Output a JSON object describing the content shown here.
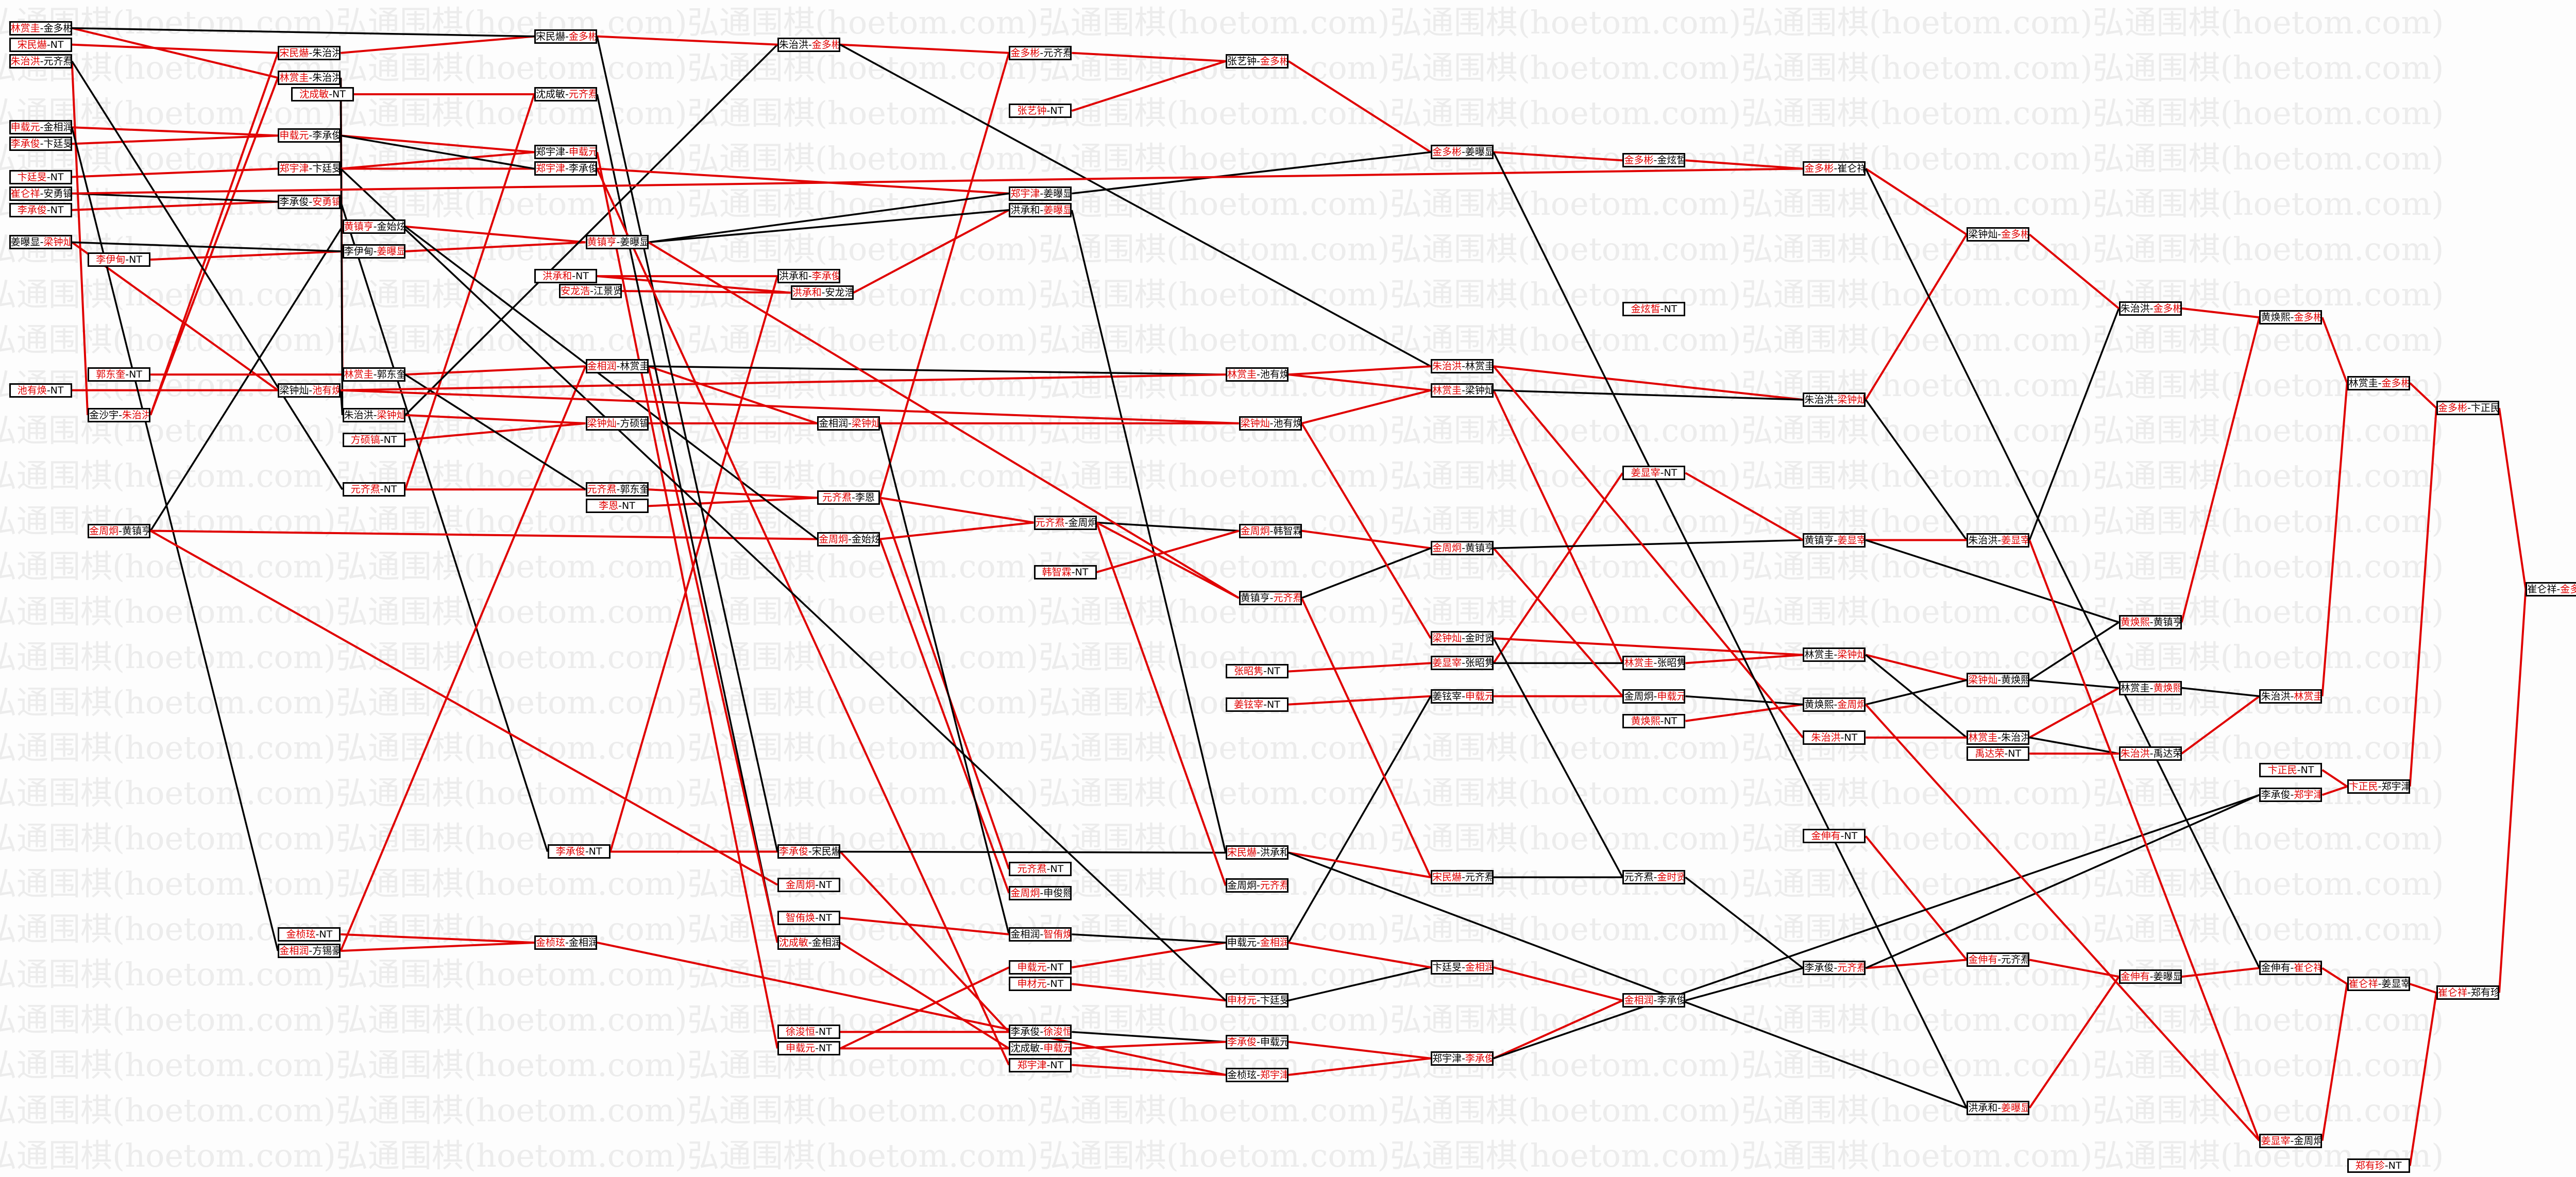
{
  "watermark": "弘通围棋(hoetom.com)",
  "colors": {
    "winner": "#e00000",
    "loser": "#000000",
    "winner_line": "#e00000",
    "loser_line": "#000000"
  },
  "matches": [
    {
      "p1": "林赏圭",
      "p2": "金多彬",
      "w": 0
    },
    {
      "p1": "宋民爀",
      "p2": "NT",
      "w": 0
    },
    {
      "p1": "朱治洪",
      "p2": "元齐焄",
      "w": 0
    },
    {
      "p1": "申载元",
      "p2": "金相润",
      "w": 0
    },
    {
      "p1": "李承俊",
      "p2": "卞廷旻",
      "w": 0
    },
    {
      "p1": "卞廷旻",
      "p2": "NT",
      "w": 0
    },
    {
      "p1": "崔仑祥",
      "p2": "安勇镐",
      "w": 0
    },
    {
      "p1": "李承俊",
      "p2": "NT",
      "w": 0
    },
    {
      "p1": "姜曝显",
      "p2": "梁钟灿",
      "w": 1
    },
    {
      "p1": "池有焕",
      "p2": "NT",
      "w": 0
    },
    {
      "p1": "李伊甸",
      "p2": "NT",
      "w": 0
    },
    {
      "p1": "郭东奎",
      "p2": "NT",
      "w": 0
    },
    {
      "p1": "金沙宇",
      "p2": "朱治洪",
      "w": 1
    },
    {
      "p1": "金周炯",
      "p2": "黄镇亨",
      "w": 0
    },
    {
      "p1": "宋民爀",
      "p2": "朱治洪",
      "w": 0
    },
    {
      "p1": "林赏圭",
      "p2": "朱治洪",
      "w": 0
    },
    {
      "p1": "沈成敏",
      "p2": "NT",
      "w": 0
    },
    {
      "p1": "申载元",
      "p2": "李承俊",
      "w": 0
    },
    {
      "p1": "郑宇津",
      "p2": "卞廷旻",
      "w": 0
    },
    {
      "p1": "李承俊",
      "p2": "安勇镐",
      "w": 1
    },
    {
      "p1": "梁钟灿",
      "p2": "池有焕",
      "w": 1
    },
    {
      "p1": "金桢玹",
      "p2": "NT",
      "w": 0
    },
    {
      "p1": "金相润",
      "p2": "方锡豪",
      "w": 0
    },
    {
      "p1": "黄镇亨",
      "p2": "金始炫",
      "w": 0
    },
    {
      "p1": "李伊甸",
      "p2": "姜曝显",
      "w": 1
    },
    {
      "p1": "林赏圭",
      "p2": "郭东奎",
      "w": 0
    },
    {
      "p1": "朱治洪",
      "p2": "梁钟灿",
      "w": 1
    },
    {
      "p1": "方硕镐",
      "p2": "NT",
      "w": 0
    },
    {
      "p1": "元齐焄",
      "p2": "NT",
      "w": 0
    },
    {
      "p1": "宋民爀",
      "p2": "金多彬",
      "w": 1
    },
    {
      "p1": "沈成敏",
      "p2": "元齐焄",
      "w": 1
    },
    {
      "p1": "郑宇津",
      "p2": "申载元",
      "w": 1
    },
    {
      "p1": "郑宇津",
      "p2": "李承俊",
      "w": 0
    },
    {
      "p1": "洪承和",
      "p2": "NT",
      "w": 0
    },
    {
      "p1": "安龙浩",
      "p2": "江景贤",
      "w": 0
    },
    {
      "p1": "李承俊",
      "p2": "NT",
      "w": 0
    },
    {
      "p1": "金桢玹",
      "p2": "金相润",
      "w": 0
    },
    {
      "p1": "黄镇亨",
      "p2": "姜曝显",
      "w": 0
    },
    {
      "p1": "金相润",
      "p2": "林赏圭",
      "w": 0
    },
    {
      "p1": "梁钟灿",
      "p2": "方硕镐",
      "w": 0
    },
    {
      "p1": "元齐焄",
      "p2": "郭东奎",
      "w": 0
    },
    {
      "p1": "李恩",
      "p2": "NT",
      "w": 0
    },
    {
      "p1": "朱治洪",
      "p2": "金多彬",
      "w": 1
    },
    {
      "p1": "洪承和",
      "p2": "李承俊",
      "w": 1
    },
    {
      "p1": "洪承和",
      "p2": "安龙浩",
      "w": 0
    },
    {
      "p1": "金相润",
      "p2": "梁钟灿",
      "w": 1
    },
    {
      "p1": "元齐焄",
      "p2": "李恩",
      "w": 0
    },
    {
      "p1": "金周炯",
      "p2": "金始炫",
      "w": 0
    },
    {
      "p1": "李承俊",
      "p2": "宋民爀",
      "w": 0
    },
    {
      "p1": "金周炯",
      "p2": "NT",
      "w": 0
    },
    {
      "p1": "智侑焕",
      "p2": "NT",
      "w": 0
    },
    {
      "p1": "沈成敏",
      "p2": "金相润",
      "w": 0
    },
    {
      "p1": "徐浚恒",
      "p2": "NT",
      "w": 0
    },
    {
      "p1": "申载元",
      "p2": "NT",
      "w": 0
    },
    {
      "p1": "金多彬",
      "p2": "元齐焄",
      "w": 0
    },
    {
      "p1": "张艺钟",
      "p2": "NT",
      "w": 0
    },
    {
      "p1": "郑宇津",
      "p2": "姜曝显",
      "w": 0
    },
    {
      "p1": "洪承和",
      "p2": "姜曝显",
      "w": 1
    },
    {
      "p1": "元齐焄",
      "p2": "NT",
      "w": 0
    },
    {
      "p1": "金周炯",
      "p2": "申俊熙",
      "w": 0
    },
    {
      "p1": "金相润",
      "p2": "智侑焕",
      "w": 1
    },
    {
      "p1": "申载元",
      "p2": "NT",
      "w": 0
    },
    {
      "p1": "申材元",
      "p2": "NT",
      "w": 0
    },
    {
      "p1": "李承俊",
      "p2": "徐浚恒",
      "w": 1
    },
    {
      "p1": "沈成敏",
      "p2": "申载元",
      "w": 1
    },
    {
      "p1": "郑宇津",
      "p2": "NT",
      "w": 0
    },
    {
      "p1": "元齐焄",
      "p2": "金周炯",
      "w": 0
    },
    {
      "p1": "韩智霖",
      "p2": "NT",
      "w": 0
    },
    {
      "p1": "张艺钟",
      "p2": "金多彬",
      "w": 1
    },
    {
      "p1": "林赏圭",
      "p2": "池有焕",
      "w": 0
    },
    {
      "p1": "张昭隽",
      "p2": "NT",
      "w": 0
    },
    {
      "p1": "姜铉宰",
      "p2": "NT",
      "w": 0
    },
    {
      "p1": "宋民爀",
      "p2": "洪承和",
      "w": 0
    },
    {
      "p1": "金周炯",
      "p2": "元齐焄",
      "w": 1
    },
    {
      "p1": "申载元",
      "p2": "金相润",
      "w": 1
    },
    {
      "p1": "申材元",
      "p2": "卞廷旻",
      "w": 0
    },
    {
      "p1": "李承俊",
      "p2": "申载元",
      "w": 0
    },
    {
      "p1": "金桢玹",
      "p2": "郑宇津",
      "w": 1
    },
    {
      "p1": "梁钟灿",
      "p2": "池有焕",
      "w": 0
    },
    {
      "p1": "金周炯",
      "p2": "韩智霖",
      "w": 0
    },
    {
      "p1": "黄镇亨",
      "p2": "元齐焄",
      "w": 1
    },
    {
      "p1": "金多彬",
      "p2": "姜曝显",
      "w": 0
    },
    {
      "p1": "朱治洪",
      "p2": "林赏圭",
      "w": 0
    },
    {
      "p1": "林赏圭",
      "p2": "梁钟灿",
      "w": 0
    },
    {
      "p1": "金周炯",
      "p2": "黄镇亨",
      "w": 0
    },
    {
      "p1": "梁钟灿",
      "p2": "金时贤",
      "w": 0
    },
    {
      "p1": "姜显宰",
      "p2": "张昭隽",
      "w": 0
    },
    {
      "p1": "姜铉宰",
      "p2": "申载元",
      "w": 1
    },
    {
      "p1": "宋民爀",
      "p2": "元齐焄",
      "w": 0
    },
    {
      "p1": "卞廷旻",
      "p2": "金相润",
      "w": 1
    },
    {
      "p1": "郑宇津",
      "p2": "李承俊",
      "w": 1
    },
    {
      "p1": "金多彬",
      "p2": "金炫皙",
      "w": 0
    },
    {
      "p1": "金炫皙",
      "p2": "NT",
      "w": 0
    },
    {
      "p1": "姜显宰",
      "p2": "NT",
      "w": 0
    },
    {
      "p1": "林赏圭",
      "p2": "张昭隽",
      "w": 0
    },
    {
      "p1": "金周炯",
      "p2": "申载元",
      "w": 1
    },
    {
      "p1": "黄焕熙",
      "p2": "NT",
      "w": 0
    },
    {
      "p1": "元齐焄",
      "p2": "金时贤",
      "w": 1
    },
    {
      "p1": "金相润",
      "p2": "李承俊",
      "w": 0
    },
    {
      "p1": "金多彬",
      "p2": "崔仑祥",
      "w": 0
    },
    {
      "p1": "朱治洪",
      "p2": "梁钟灿",
      "w": 1
    },
    {
      "p1": "黄镇亨",
      "p2": "姜显宰",
      "w": 1
    },
    {
      "p1": "林赏圭",
      "p2": "梁钟灿",
      "w": 1
    },
    {
      "p1": "黄焕熙",
      "p2": "金周炯",
      "w": 1
    },
    {
      "p1": "朱治洪",
      "p2": "NT",
      "w": 0
    },
    {
      "p1": "金伸有",
      "p2": "NT",
      "w": 0
    },
    {
      "p1": "李承俊",
      "p2": "元齐焄",
      "w": 1
    },
    {
      "p1": "梁钟灿",
      "p2": "金多彬",
      "w": 1
    },
    {
      "p1": "朱治洪",
      "p2": "姜显宰",
      "w": 1
    },
    {
      "p1": "梁钟灿",
      "p2": "黄焕熙",
      "w": 0
    },
    {
      "p1": "林赏圭",
      "p2": "朱治洪",
      "w": 0
    },
    {
      "p1": "禹达荣",
      "p2": "NT",
      "w": 0
    },
    {
      "p1": "金伸有",
      "p2": "元齐焄",
      "w": 0
    },
    {
      "p1": "洪承和",
      "p2": "姜曝显",
      "w": 1
    },
    {
      "p1": "朱治洪",
      "p2": "金多彬",
      "w": 1
    },
    {
      "p1": "黄焕熙",
      "p2": "黄镇亨",
      "w": 0
    },
    {
      "p1": "林赏圭",
      "p2": "黄焕熙",
      "w": 1
    },
    {
      "p1": "朱治洪",
      "p2": "禹达荣",
      "w": 0
    },
    {
      "p1": "金伸有",
      "p2": "姜曝显",
      "w": 0
    },
    {
      "p1": "黄焕熙",
      "p2": "金多彬",
      "w": 1
    },
    {
      "p1": "朱治洪",
      "p2": "林赏圭",
      "w": 1
    },
    {
      "p1": "卞正民",
      "p2": "NT",
      "w": 0
    },
    {
      "p1": "李承俊",
      "p2": "郑宇津",
      "w": 1
    },
    {
      "p1": "金伸有",
      "p2": "崔仑祥",
      "w": 1
    },
    {
      "p1": "姜显宰",
      "p2": "金周炯",
      "w": 0
    },
    {
      "p1": "林赏圭",
      "p2": "金多彬",
      "w": 1
    },
    {
      "p1": "卞正民",
      "p2": "郑宇津",
      "w": 0
    },
    {
      "p1": "崔仑祥",
      "p2": "姜显宰",
      "w": 0
    },
    {
      "p1": "郑有珍",
      "p2": "NT",
      "w": 0
    },
    {
      "p1": "金多彬",
      "p2": "卞正民",
      "w": 0
    },
    {
      "p1": "崔仑祥",
      "p2": "郑有珍",
      "w": 0
    },
    {
      "p1": "崔仑祥",
      "p2": "金多彬",
      "w": 1
    }
  ]
}
